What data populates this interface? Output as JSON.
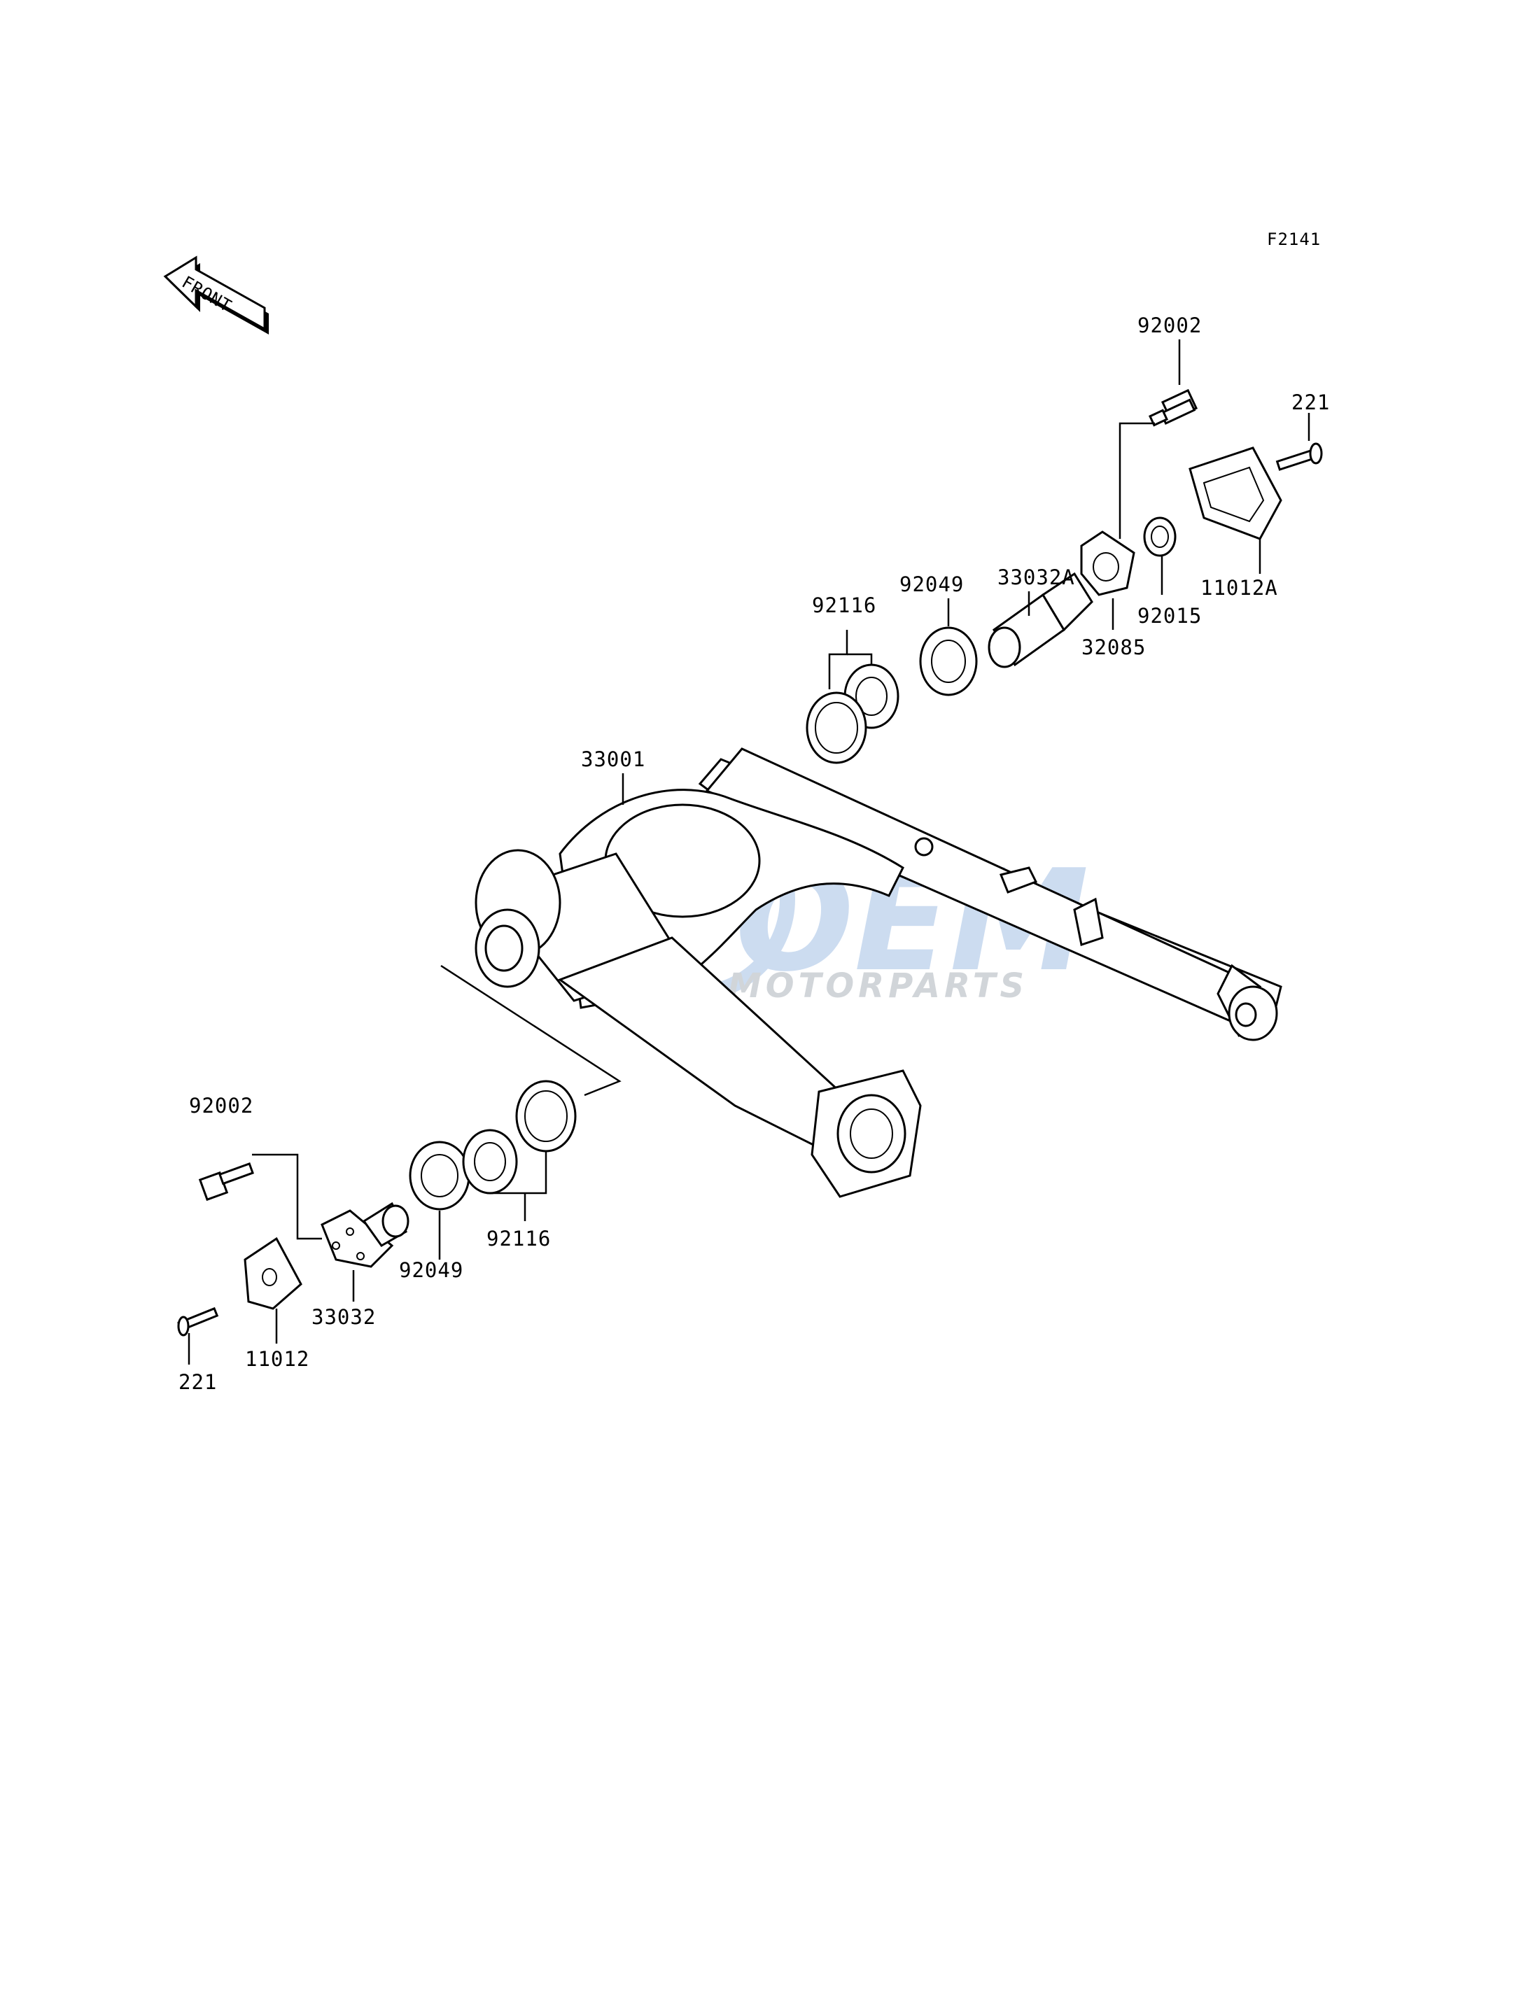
{
  "figure_code": "F2141",
  "front_label": "FRONT",
  "watermark": {
    "main": "OEM",
    "sub": "MOTORPARTS",
    "color": "#8fb3e0"
  },
  "callouts": {
    "p92002_top": "92002",
    "p221_top": "221",
    "p33032A": "33032A",
    "p92049_top": "92049",
    "p92116_top": "92116",
    "p32085": "32085",
    "p92015": "92015",
    "p11012A": "11012A",
    "p33001": "33001",
    "p92002_bottom": "92002",
    "p92049_bottom": "92049",
    "p92116_bottom": "92116",
    "p33032": "33032",
    "p11012": "11012",
    "p221_bottom": "221"
  }
}
